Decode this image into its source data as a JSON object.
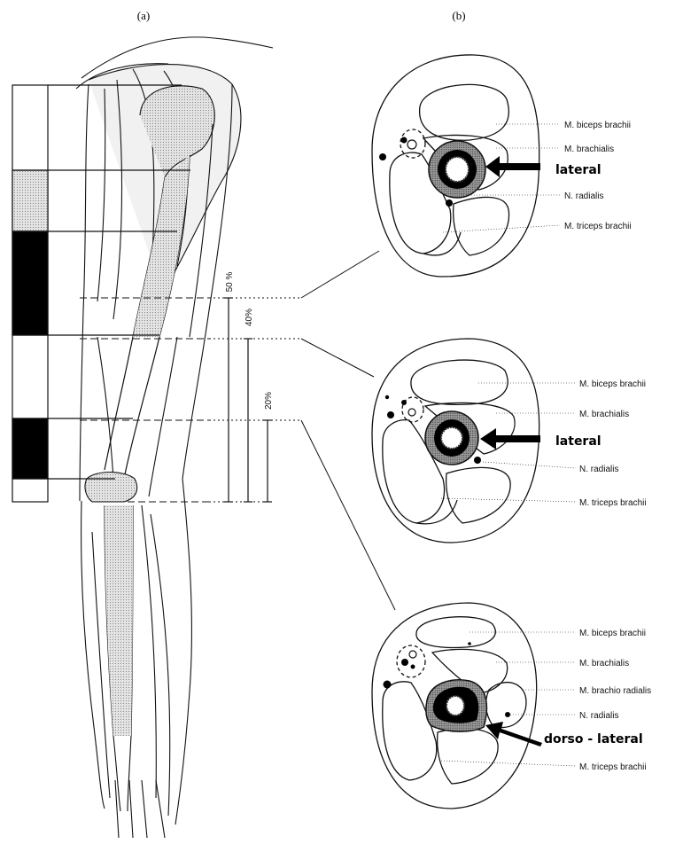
{
  "panels": {
    "a": "(a)",
    "b": "(b)"
  },
  "percentages": {
    "p50": "50 %",
    "p40": "40%",
    "p20": "20%"
  },
  "sections": [
    {
      "labels": {
        "biceps": "M. biceps brachii",
        "brachialis": "M. brachialis",
        "direction": "lateral",
        "radialis": "N. radialis",
        "triceps": "M. triceps brachii"
      }
    },
    {
      "labels": {
        "biceps": "M. biceps brachii",
        "brachialis": "M. brachialis",
        "direction": "lateral",
        "radialis": "N. radialis",
        "triceps": "M. triceps brachii"
      }
    },
    {
      "labels": {
        "biceps": "M. biceps brachii",
        "brachialis": "M. brachialis",
        "brachioradialis": "M. brachio radialis",
        "radialis": "N. radialis",
        "direction": "dorso - lateral",
        "triceps": "M. triceps brachii"
      }
    }
  ],
  "colors": {
    "ink": "#111111",
    "stipple": "#c8c8c8",
    "black": "#000000"
  }
}
